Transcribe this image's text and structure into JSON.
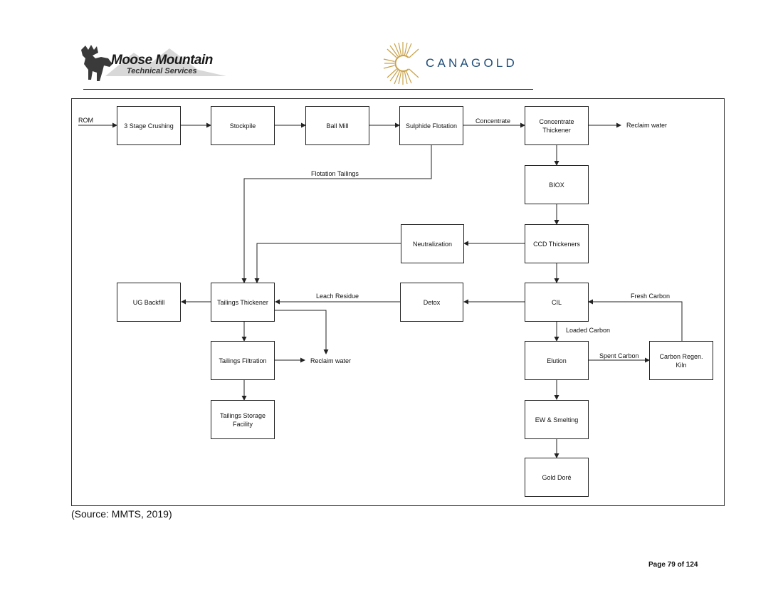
{
  "header": {
    "left_logo": {
      "name": "Moose Mountain",
      "subtitle": "Technical Services"
    },
    "right_logo": {
      "name": "CANAGOLD",
      "color": "#1f4e79",
      "accent": "#c9a24a"
    }
  },
  "diagram": {
    "inputs": {
      "rom": "ROM"
    },
    "boxes": {
      "crushing": "3 Stage Crushing",
      "stockpile": "Stockpile",
      "ball_mill": "Ball Mill",
      "flotation": "Sulphide Flotation",
      "conc_thickener": "Concentrate\nThickener",
      "biox": "BIOX",
      "neutralization": "Neutralization",
      "ccd": "CCD Thickeners",
      "ug_backfill": "UG Backfill",
      "tailings_thickener": "Tailings Thickener",
      "detox": "Detox",
      "cil": "CIL",
      "tailings_filtration": "Tailings Filtration",
      "elution": "Elution",
      "carbon_regen": "Carbon Regen.\nKiln",
      "tsf": "Tailings Storage\nFacility",
      "ew_smelting": "EW & Smelting",
      "gold_dore": "Gold Doré"
    },
    "labels": {
      "concentrate": "Concentrate",
      "reclaim_water_top": "Reclaim water",
      "flotation_tailings": "Flotation Tailings",
      "leach_residue": "Leach Residue",
      "fresh_carbon": "Fresh Carbon",
      "loaded_carbon": "Loaded Carbon",
      "spent_carbon": "Spent Carbon",
      "reclaim_water_bottom": "Reclaim water"
    }
  },
  "footer": {
    "source": "(Source: MMTS, 2019)",
    "page": "Page 79 of 124"
  }
}
